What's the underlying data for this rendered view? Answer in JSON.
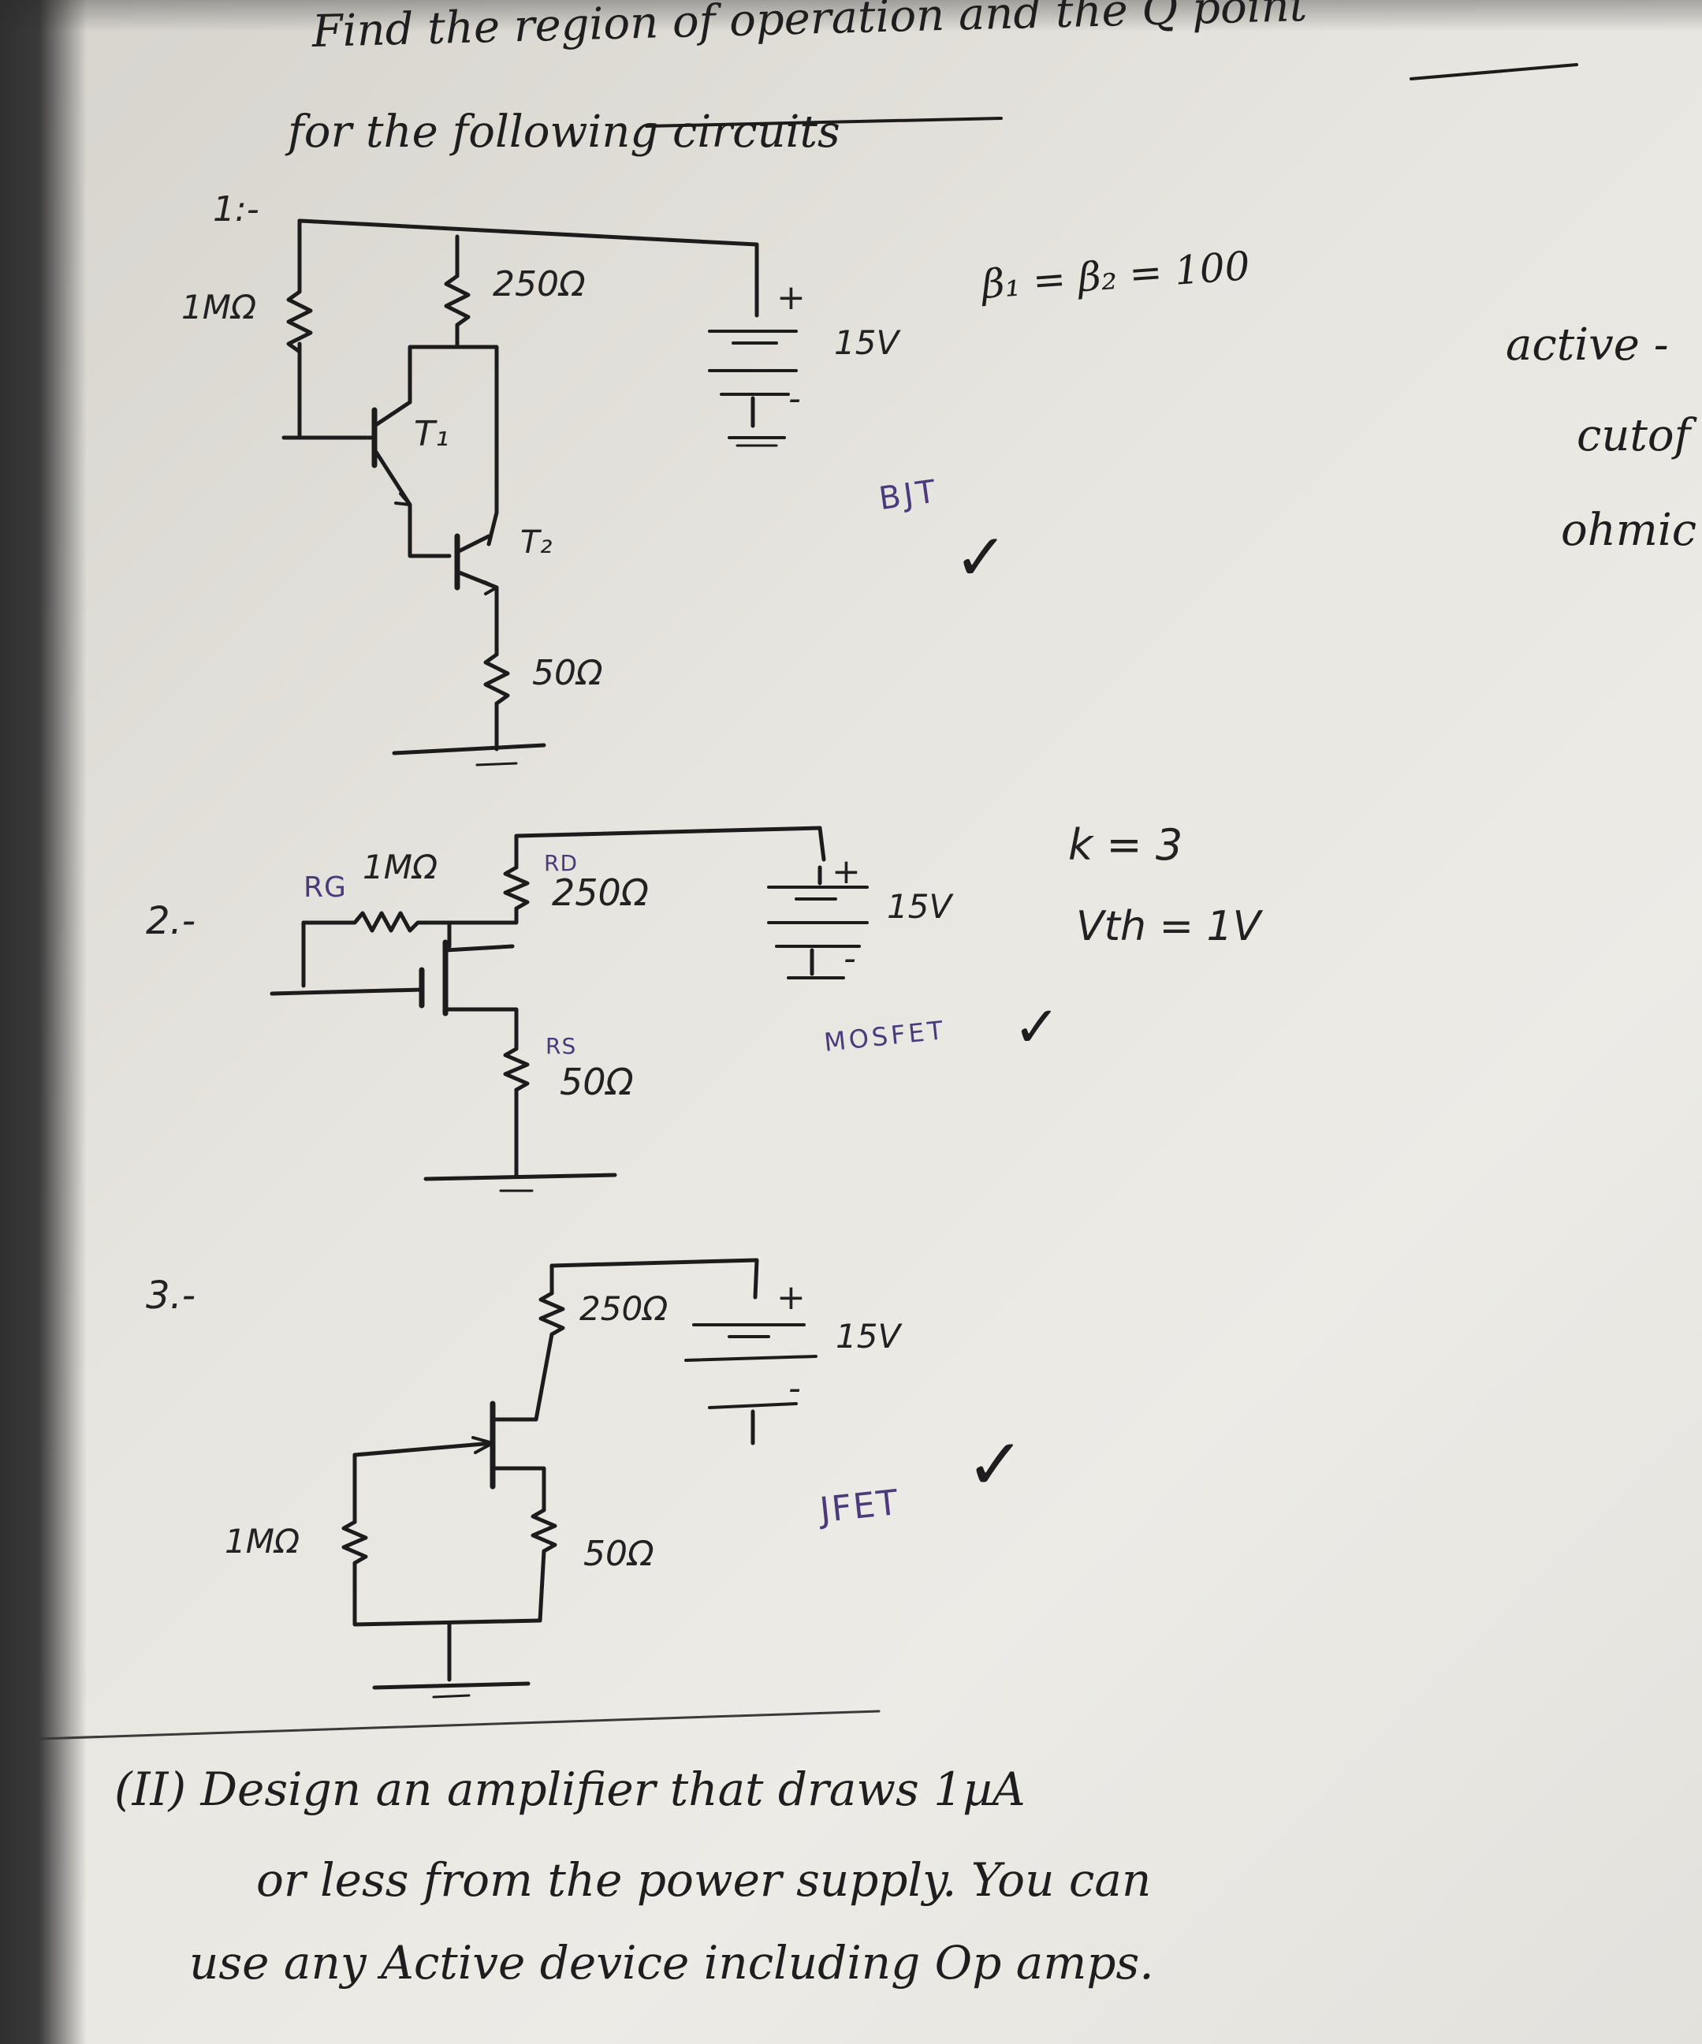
{
  "title": {
    "line1": "Find the region of operation and the Q point",
    "line2": "for the following circuits"
  },
  "circuit1": {
    "number": "1:-",
    "rb": "1MΩ",
    "rc": "250Ω",
    "re": "50Ω",
    "vcc": "15V",
    "plus": "+",
    "minus": "-",
    "t1": "T₁",
    "t2": "T₂",
    "beta": "β₁ = β₂ = 100",
    "type": "BJT"
  },
  "regions": {
    "r1": "active -",
    "r2": "cutof",
    "r3": "ohmic"
  },
  "circuit2": {
    "number": "2.-",
    "rg_name": "RG",
    "rg": "1MΩ",
    "rd_name": "RD",
    "rd": "250Ω",
    "rs_name": "RS",
    "rs": "50Ω",
    "vcc": "15V",
    "plus": "+",
    "minus": "-",
    "k": "k = 3",
    "vth": "Vth = 1V",
    "type": "MOSFET"
  },
  "circuit3": {
    "number": "3.-",
    "rg": "1MΩ",
    "rd": "250Ω",
    "rs": "50Ω",
    "vcc": "15V",
    "plus": "+",
    "minus": "-",
    "type": "JFET"
  },
  "checkmark": "✓",
  "part2": {
    "line1": "(II) Design an amplifier that draws 1µA",
    "line2": "or less from the power supply. You can",
    "line3": "use any Active device including Op amps."
  }
}
